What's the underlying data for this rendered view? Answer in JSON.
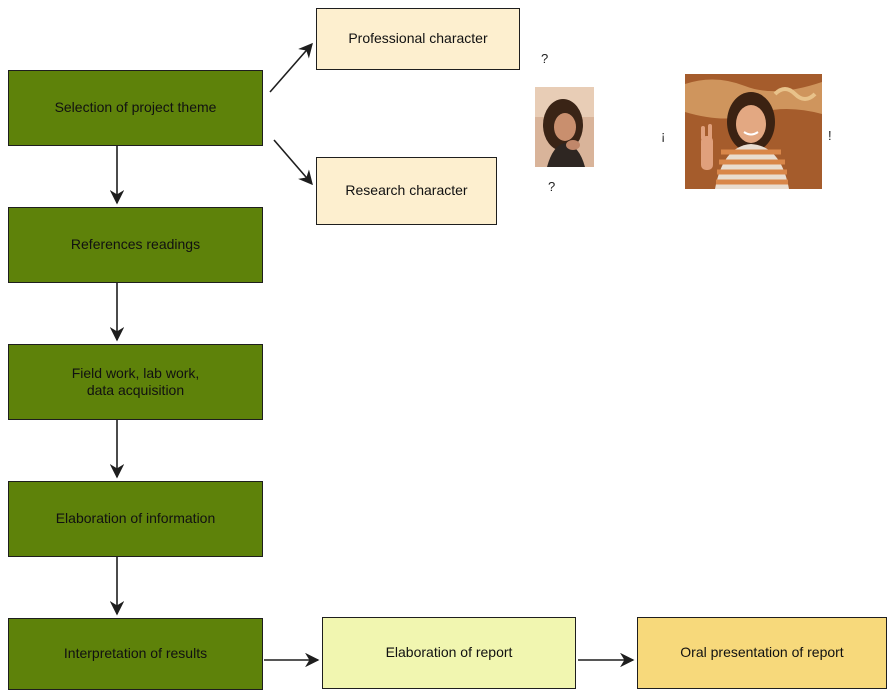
{
  "flow": {
    "selection": "Selection of project theme",
    "references": "References readings",
    "fieldwork": "Field work, lab work,\ndata acquisition",
    "elaboration_info": "Elaboration of information",
    "interpretation": "Interpretation of results",
    "professional": "Professional character",
    "research": "Research character",
    "elaboration_report": "Elaboration of report",
    "oral": "Oral presentation of report"
  },
  "marks": {
    "question_top": "?",
    "question_bottom": "?",
    "exclaim_open": "¡",
    "exclaim_close": "!"
  },
  "colors": {
    "step_green": "#5e820a",
    "option_cream": "#fdefcf",
    "report_light": "#f1f6b0",
    "oral_gold": "#f7d97b"
  }
}
